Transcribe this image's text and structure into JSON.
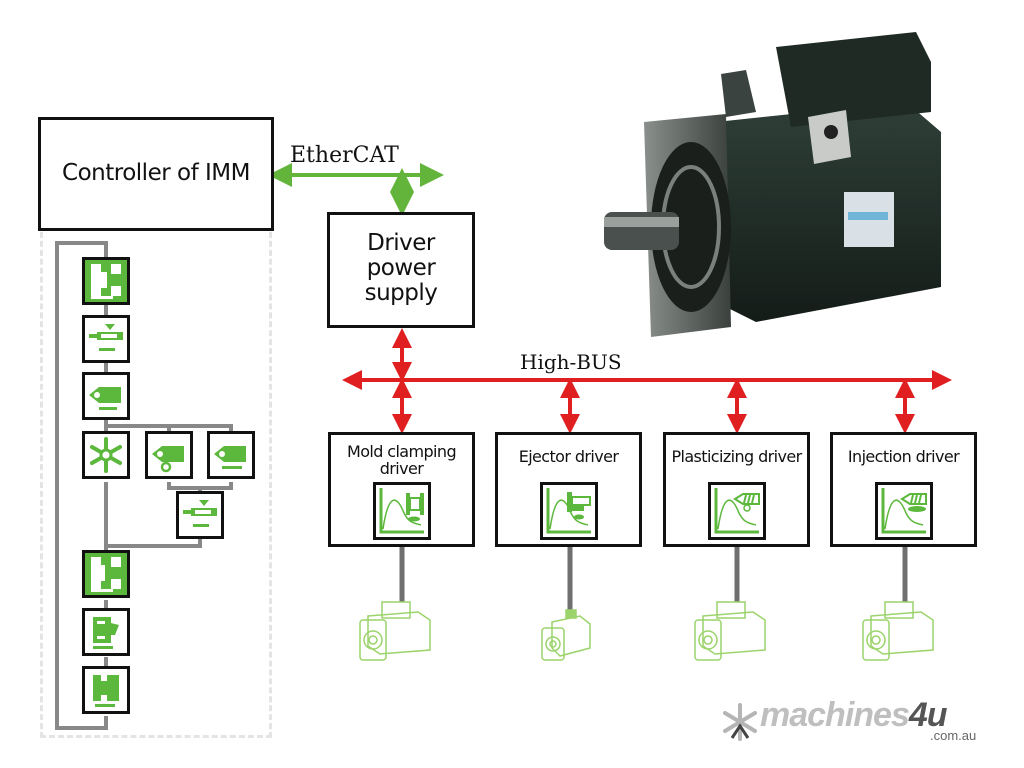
{
  "diagram": {
    "title": "IMM servo drive architecture",
    "controller": {
      "label": "Controller of IMM"
    },
    "buses": {
      "ethercat": {
        "label": "EtherCAT",
        "color": "#62b43b"
      },
      "high_bus": {
        "label": "High-BUS",
        "color": "#e02020"
      }
    },
    "power_supply": {
      "lines": [
        "Driver",
        "power",
        "supply"
      ]
    },
    "drivers": [
      {
        "label": "Mold clamping driver",
        "icon": "mold-clamping-curve-icon"
      },
      {
        "label": "Ejector driver",
        "icon": "ejector-curve-icon"
      },
      {
        "label": "Plasticizing driver",
        "icon": "plasticizing-curve-icon"
      },
      {
        "label": "Injection driver",
        "icon": "injection-curve-icon"
      }
    ],
    "process_steps": [
      {
        "name": "mold-close",
        "icon": "mold-close-icon",
        "filled": true
      },
      {
        "name": "carriage-forward",
        "icon": "nozzle-forward-icon",
        "filled": false
      },
      {
        "name": "injection",
        "icon": "injection-unit-icon",
        "filled": false
      },
      {
        "name": "cooling",
        "icon": "snowflake-icon",
        "filled": false
      },
      {
        "name": "plasticizing",
        "icon": "plasticizing-icon",
        "filled": false
      },
      {
        "name": "decompression",
        "icon": "suck-back-icon",
        "filled": false
      },
      {
        "name": "carriage-back",
        "icon": "nozzle-back-icon",
        "filled": false
      },
      {
        "name": "mold-open",
        "icon": "mold-open-icon",
        "filled": true
      },
      {
        "name": "ejection",
        "icon": "ejector-icon",
        "filled": false
      },
      {
        "name": "part-removal",
        "icon": "ejector-return-icon",
        "filled": false
      }
    ],
    "colors": {
      "accent_green": "#5cb83c",
      "bus_red": "#e02020",
      "wire_gray": "#808080",
      "motor_outline": "#9bd46a"
    }
  },
  "watermark": {
    "brand": "machines",
    "brand_number": "4u",
    "domain": ".com.au"
  }
}
